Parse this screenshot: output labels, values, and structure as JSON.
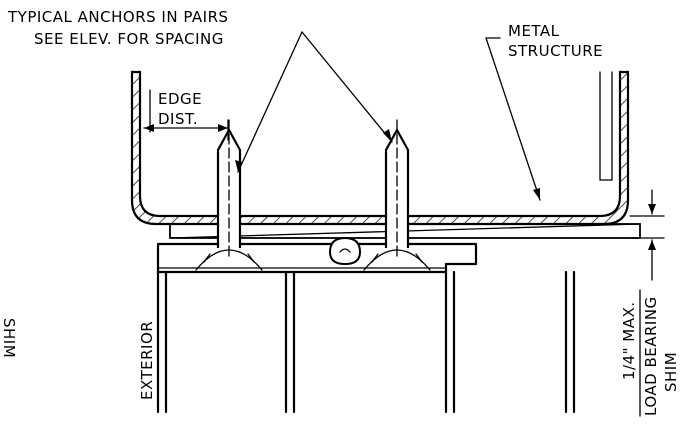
{
  "labels": {
    "anchors_line1": "TYPICAL ANCHORS IN PAIRS",
    "anchors_line2": "SEE ELEV. FOR SPACING",
    "metal_line1": "METAL",
    "metal_line2": "STRUCTURE",
    "edge_line1": "EDGE",
    "edge_line2": "DIST.",
    "exterior": "EXTERIOR",
    "shim_dim": "1/4\" MAX.",
    "shim_line1": "LOAD BEARING",
    "shim_line2": "SHIM",
    "cut_left": "SHIM"
  }
}
